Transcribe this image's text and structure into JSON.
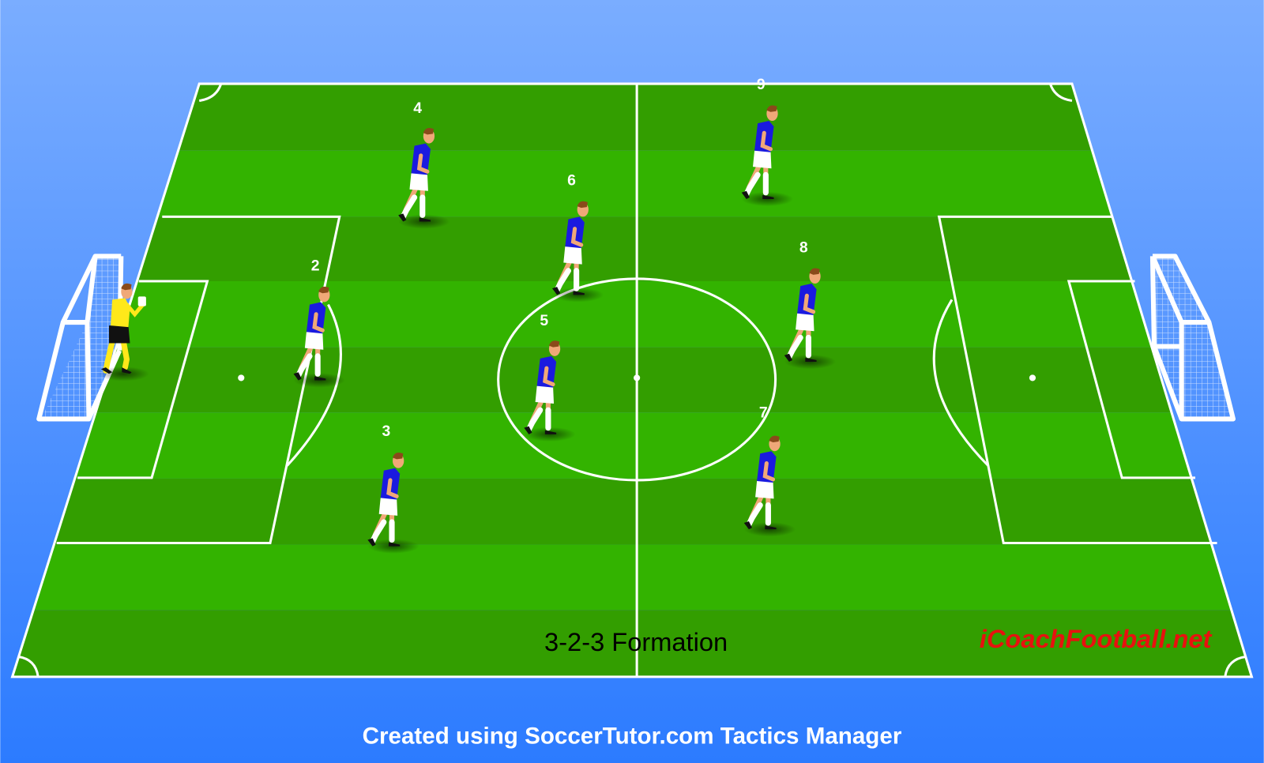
{
  "diagram": {
    "title": "3-2-3 Formation",
    "brand": "iCoachFootball.net",
    "footer": "Created using SoccerTutor.com Tactics Manager",
    "colors": {
      "sky_top": "#7aadff",
      "sky_bottom": "#2c7bff",
      "grass_dark": "#339e00",
      "grass_light": "#33b300",
      "lines": "#ffffff",
      "shirt": "#1a1adf",
      "keeper_shirt": "#ffe81a",
      "brand": "#e8110f"
    },
    "players": [
      {
        "number": "2",
        "role": "defender"
      },
      {
        "number": "3",
        "role": "defender"
      },
      {
        "number": "4",
        "role": "defender"
      },
      {
        "number": "5",
        "role": "midfielder"
      },
      {
        "number": "6",
        "role": "midfielder"
      },
      {
        "number": "7",
        "role": "forward"
      },
      {
        "number": "8",
        "role": "forward"
      },
      {
        "number": "9",
        "role": "forward"
      }
    ],
    "goalkeeper": {
      "role": "goalkeeper",
      "label": ""
    }
  }
}
